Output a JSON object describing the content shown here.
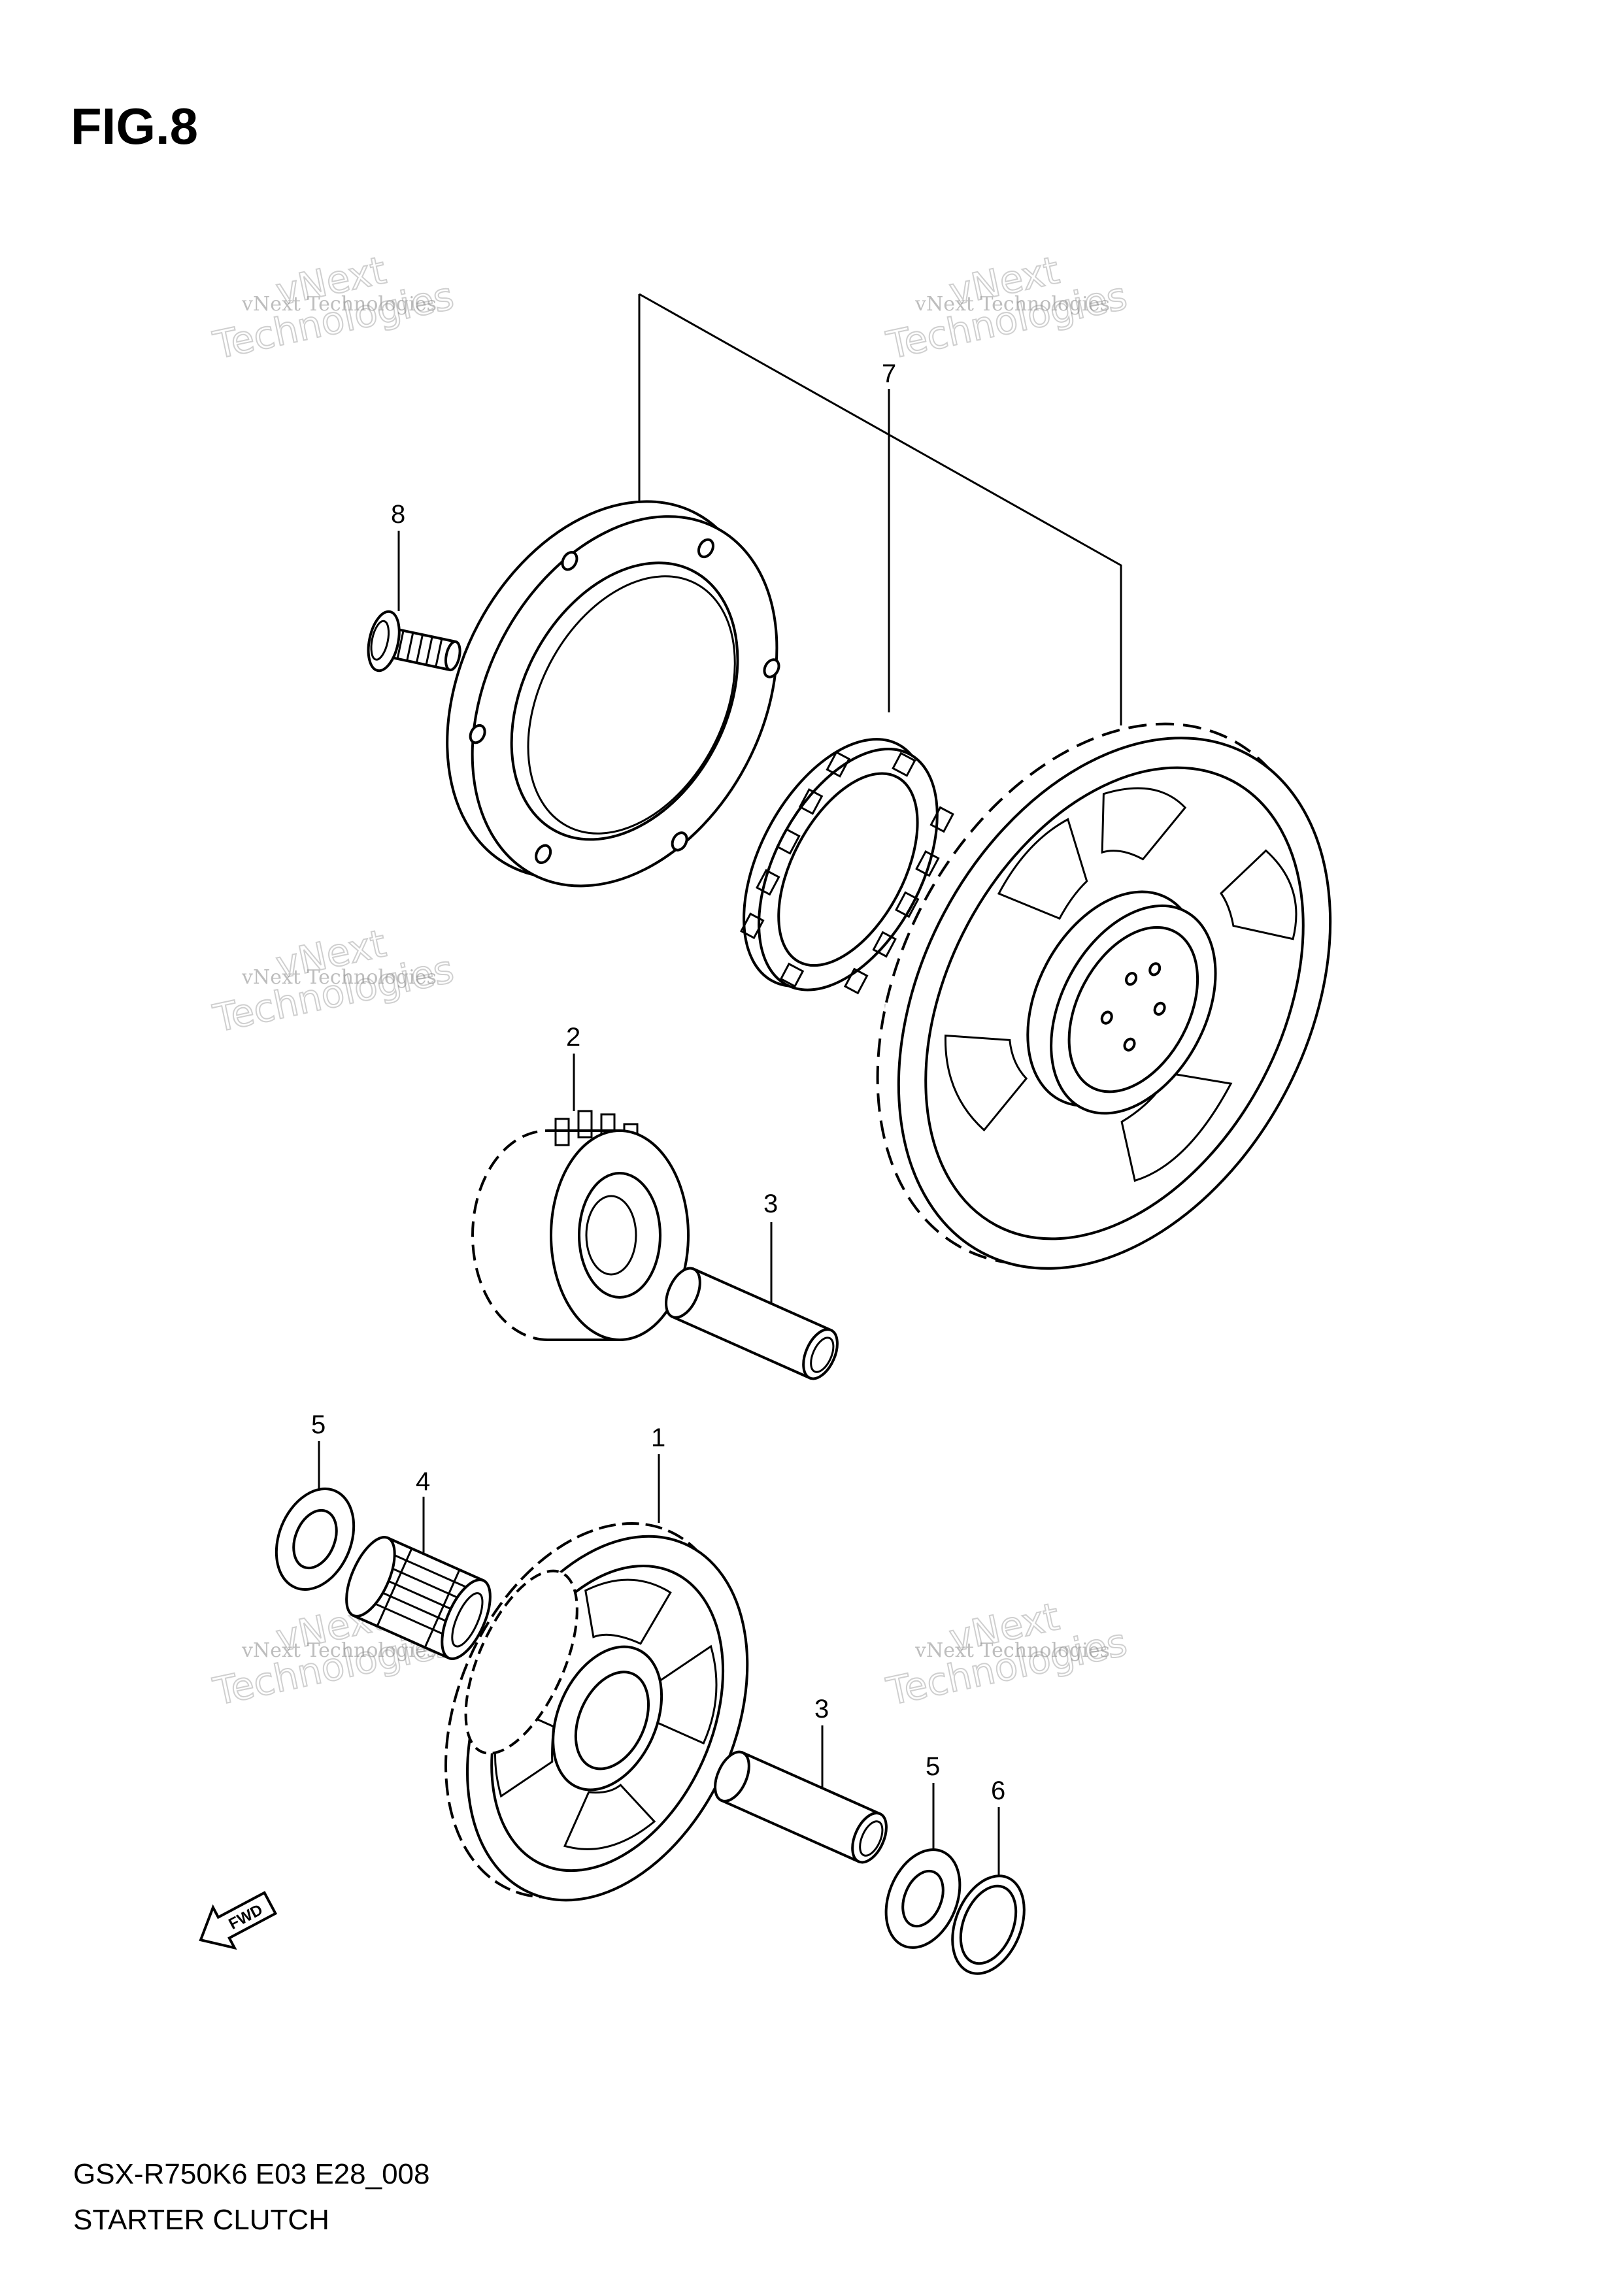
{
  "figure": {
    "title": "FIG.8"
  },
  "footer": {
    "code": "GSX-R750K6 E03 E28_008",
    "description": "STARTER CLUTCH"
  },
  "watermark": {
    "line1": "vNext Technologies",
    "line2": "Technologies",
    "line3": "vNext"
  },
  "fwd_label": "FWD",
  "callouts": {
    "c1": "1",
    "c2": "2",
    "c3a": "3",
    "c3b": "3",
    "c4": "4",
    "c5a": "5",
    "c5b": "5",
    "c6": "6",
    "c7": "7",
    "c8": "8"
  },
  "colors": {
    "line": "#000000",
    "background": "#ffffff",
    "watermark": "#888888"
  }
}
